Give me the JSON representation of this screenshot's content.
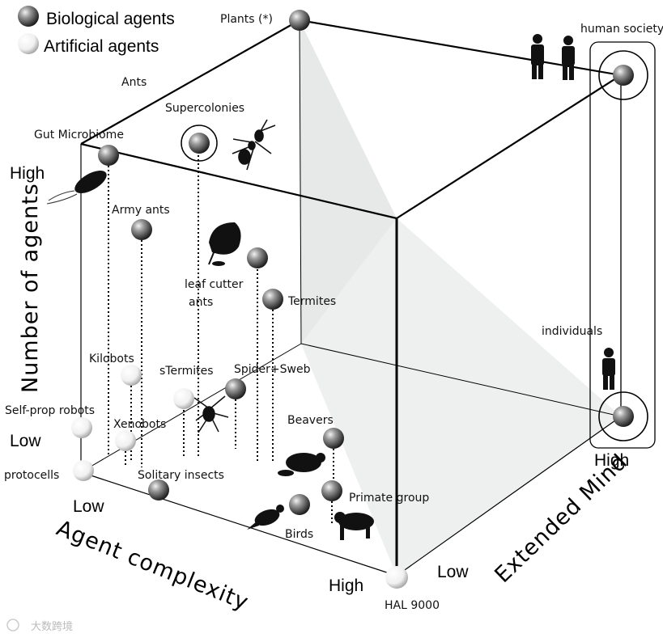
{
  "legend": {
    "biological": "Biological agents",
    "artificial": "Artificial agents"
  },
  "axes": {
    "y_title": "Number of agents",
    "y_high": "High",
    "y_low": "Low",
    "x_title": "Agent complexity",
    "x_low": "Low",
    "x_high": "High",
    "z_title": "Extended Mind",
    "z_low": "Low",
    "z_high": "High"
  },
  "agents": {
    "plants": "Plants (*)",
    "human_society": "human society",
    "ants": "Ants",
    "supercolonies": "Supercolonies",
    "gut_microbiome": "Gut Microbiome",
    "army_ants": "Army ants",
    "leaf_cutter_1": "leaf cutter",
    "leaf_cutter_2": "ants",
    "termites": "Termites",
    "individuals": "individuals",
    "kilobots": "Kilobots",
    "stermites": "sTermites",
    "spiders_web": "Spider+Sweb",
    "self_prop_robots": "Self-prop robots",
    "xenobots": "Xenobots",
    "beavers": "Beavers",
    "protocells": "protocells",
    "solitary_insects": "Solitary insects",
    "primate_group": "Primate group",
    "birds": "Birds",
    "hal9000": "HAL 9000"
  },
  "watermark": "大数跨境",
  "colors": {
    "biological": "#3a3a3a",
    "artificial": "#f4f4f4",
    "shaded_plane": "#e9ebea"
  }
}
